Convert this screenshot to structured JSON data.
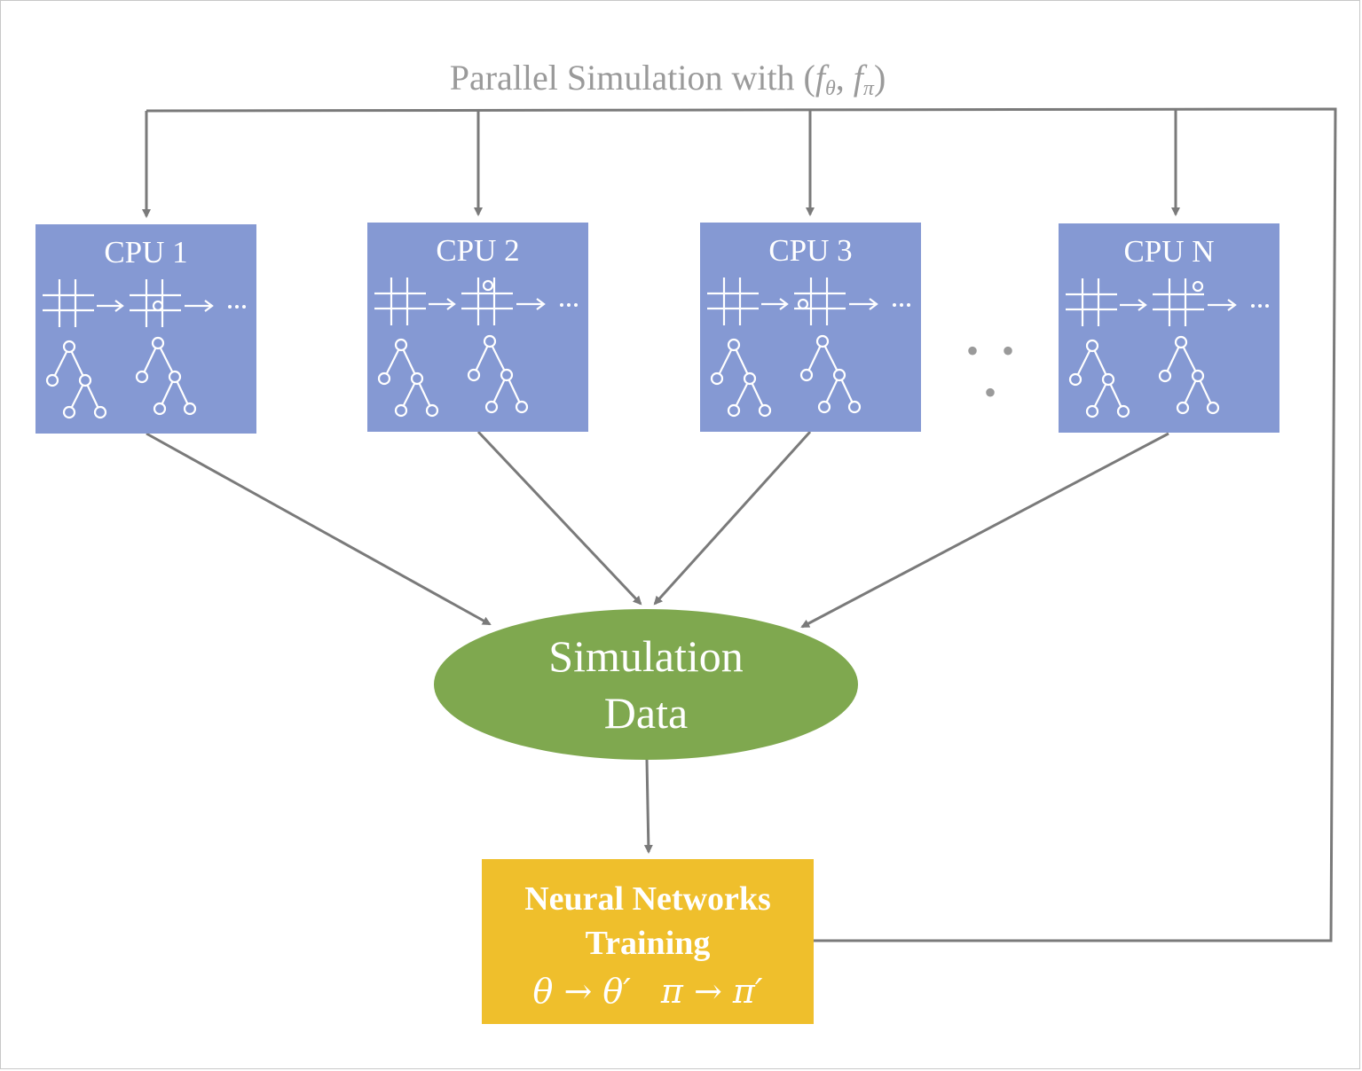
{
  "header": {
    "prefix": "Parallel Simulation with (",
    "f_letter": "f",
    "theta": "θ",
    "separator": ", ",
    "pi": "π",
    "suffix": ")"
  },
  "cpus": [
    {
      "label": "CPU 1"
    },
    {
      "label": "CPU 2"
    },
    {
      "label": "CPU 3"
    },
    {
      "label": "CPU N"
    }
  ],
  "ellipsis": "• • •",
  "simulation_data": {
    "line1": "Simulation",
    "line2": "Data"
  },
  "training": {
    "line1": "Neural Networks",
    "line2": "Training",
    "theta": "θ",
    "theta_prime": "θ′",
    "pi": "π",
    "pi_prime": "π′",
    "arrow": "→"
  },
  "colors": {
    "cpu_box": "#8599d3",
    "simulation_ellipse": "#7fa84f",
    "training_box": "#efbf2c",
    "connector": "#7a7a7a",
    "header_text": "#9a9a9a"
  }
}
